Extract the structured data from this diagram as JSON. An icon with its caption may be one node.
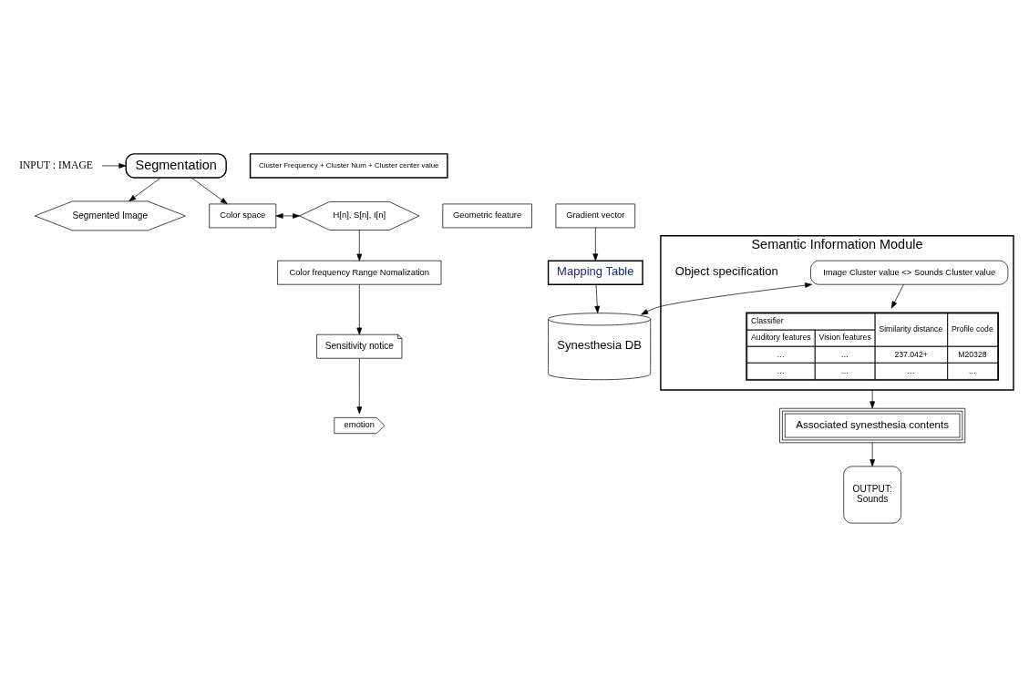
{
  "diagram": {
    "nodes": [
      {
        "text": [
          "INPUT : IMAGE"
        ]
      },
      {
        "text": [
          "Segmentation"
        ]
      },
      {
        "text": [
          "Segmented Image"
        ]
      },
      {
        "text": [
          "Cluster Frequency + Cluster Num + Cluster center value"
        ]
      },
      {
        "text": [
          "Color space"
        ]
      },
      {
        "text": [
          "Geometric feature"
        ]
      },
      {
        "text": [
          "Gradient vector"
        ]
      },
      {
        "text": [
          "H[n], S[n], I[n]"
        ]
      },
      {
        "text": [
          "Color frequency Range Nomalization"
        ]
      },
      {
        "text": [
          "Sensitivity notice"
        ]
      },
      {
        "text": [
          "emotion"
        ]
      },
      {
        "text": [
          "Semantic Information Module"
        ]
      },
      {
        "text": [
          "Image Cluster value <> Sounds Cluster value"
        ],
        "in": 11
      },
      {
        "text": [
          "Classifier",
          "Auditory features",
          "Vision features",
          "Similarity distance",
          "Profile code",
          "…",
          "…",
          "237.042+",
          "M20328",
          "…",
          "…",
          "…",
          "…"
        ],
        "in": 11
      },
      {
        "text": [
          "Mapping Table"
        ]
      },
      {
        "text": [
          "Synesthesia DB"
        ]
      },
      {
        "text": [
          "Associated synesthesia contents"
        ]
      },
      {
        "text": [
          "OUTPUT:",
          "Sounds"
        ]
      }
    ],
    "edges": [
      {
        "from": 0,
        "to": 1,
        "arrow": "to"
      },
      {
        "from": 1,
        "to": 2,
        "arrow": "to"
      },
      {
        "from": 1,
        "to": 4,
        "arrow": "to"
      },
      {
        "from": 4,
        "to": 7,
        "arrow": "both"
      },
      {
        "from": 7,
        "to": 8,
        "arrow": "to"
      },
      {
        "from": 8,
        "to": 9,
        "arrow": "to"
      },
      {
        "from": 9,
        "to": 10,
        "arrow": "to"
      },
      {
        "from": 6,
        "to": 14,
        "arrow": "to"
      },
      {
        "from": 14,
        "to": 15,
        "arrow": "to"
      },
      {
        "from": 12,
        "to": 15,
        "arrow": "both"
      },
      {
        "from": 12,
        "to": 13,
        "arrow": "to"
      },
      {
        "from": 11,
        "to": 16,
        "arrow": "to"
      },
      {
        "from": 16,
        "to": 17,
        "arrow": "to"
      }
    ],
    "labels": [
      "Object specification"
    ]
  }
}
